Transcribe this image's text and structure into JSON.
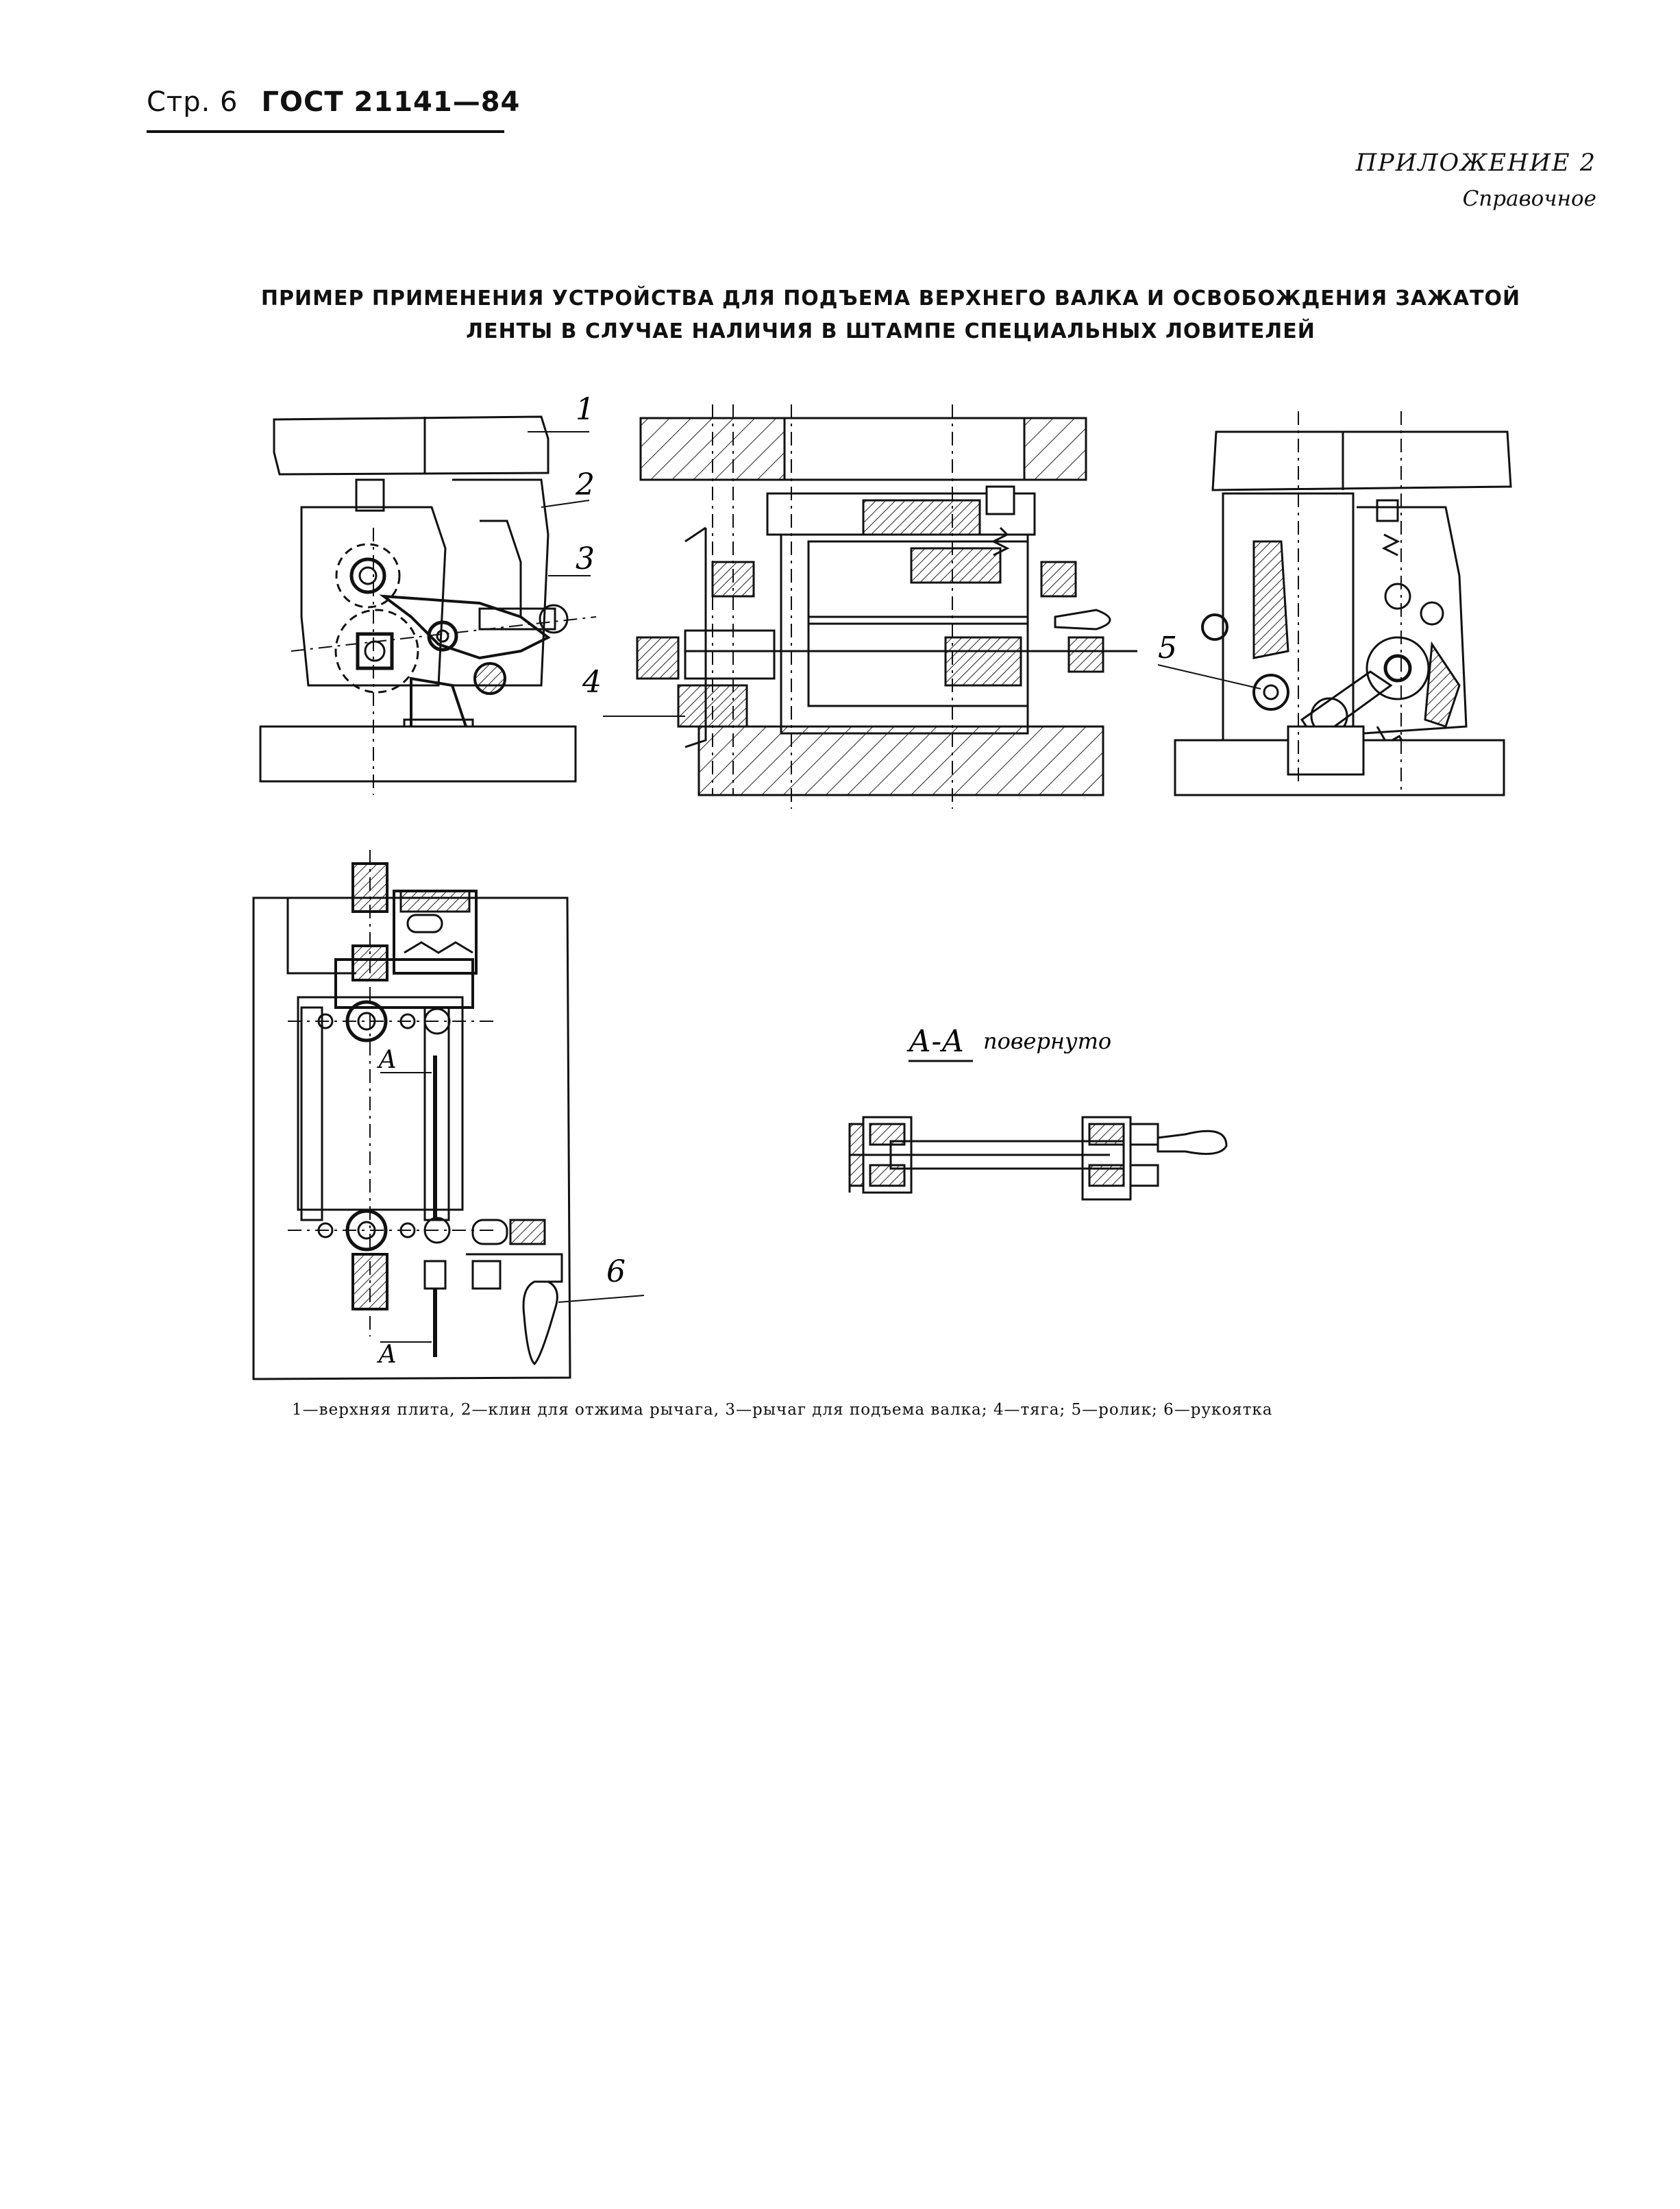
{
  "header": {
    "page": "Стр. 6",
    "standard": "ГОСТ 21141—84"
  },
  "appendix": {
    "label": "ПРИЛОЖЕНИЕ 2",
    "type": "Справочное"
  },
  "title": {
    "line1": "ПРИМЕР ПРИМЕНЕНИЯ УСТРОЙСТВА ДЛЯ ПОДЪЕМА ВЕРХНЕГО ВАЛКА И ОСВОБОЖДЕНИЯ ЗАЖАТОЙ",
    "line2": "ЛЕНТЫ В СЛУЧАЕ НАЛИЧИЯ В ШТАМПЕ СПЕЦИАЛЬНЫХ ЛОВИТЕЛЕЙ"
  },
  "callouts": {
    "c1": "1",
    "c2": "2",
    "c3": "3",
    "c4": "4",
    "c5": "5",
    "c6": "6",
    "sectionA": "А"
  },
  "section": {
    "title": "А-А",
    "note": "повернуто"
  },
  "caption": "1—верхняя плита, 2—клин для отжима рычага, 3—рычаг для подъема валка; 4—тяга; 5—ролик; 6—рукоятка"
}
